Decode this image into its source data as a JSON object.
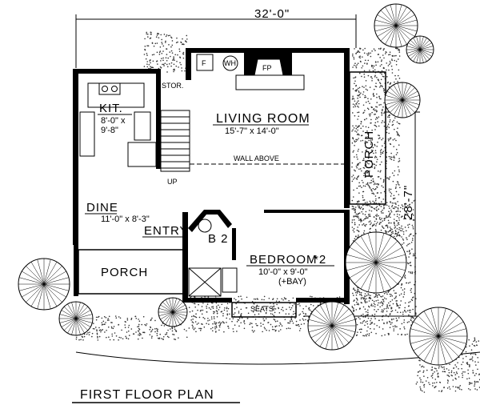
{
  "dimensions": {
    "width": "32'-0\"",
    "depth": "28'-7\""
  },
  "rooms": {
    "kitchen": {
      "name": "KIT.",
      "size_line1": "8'-0\" x",
      "size_line2": "9'-8\""
    },
    "storage": {
      "name": "STOR."
    },
    "living_room": {
      "name": "LIVING ROOM",
      "size": "15'-7\" x 14'-0\""
    },
    "dine": {
      "name": "DINE",
      "size": "11'-0\" x 8'-3\""
    },
    "entry": {
      "name": "ENTRY"
    },
    "bath": {
      "name": "B 2"
    },
    "bedroom": {
      "name": "BEDROOM",
      "number": "*2",
      "size": "10'-0\" x 9'-0\"",
      "note": "(+BAY)"
    },
    "porch_right": {
      "name": "PORCH"
    },
    "porch_left": {
      "name": "PORCH"
    }
  },
  "fixtures": {
    "furnace": "F",
    "water_heater": "WH",
    "fireplace": "FP"
  },
  "notes": {
    "wall_above": "WALL ABOVE",
    "stairs_up": "UP",
    "seats": "SEATS"
  },
  "title": "FIRST FLOOR PLAN"
}
